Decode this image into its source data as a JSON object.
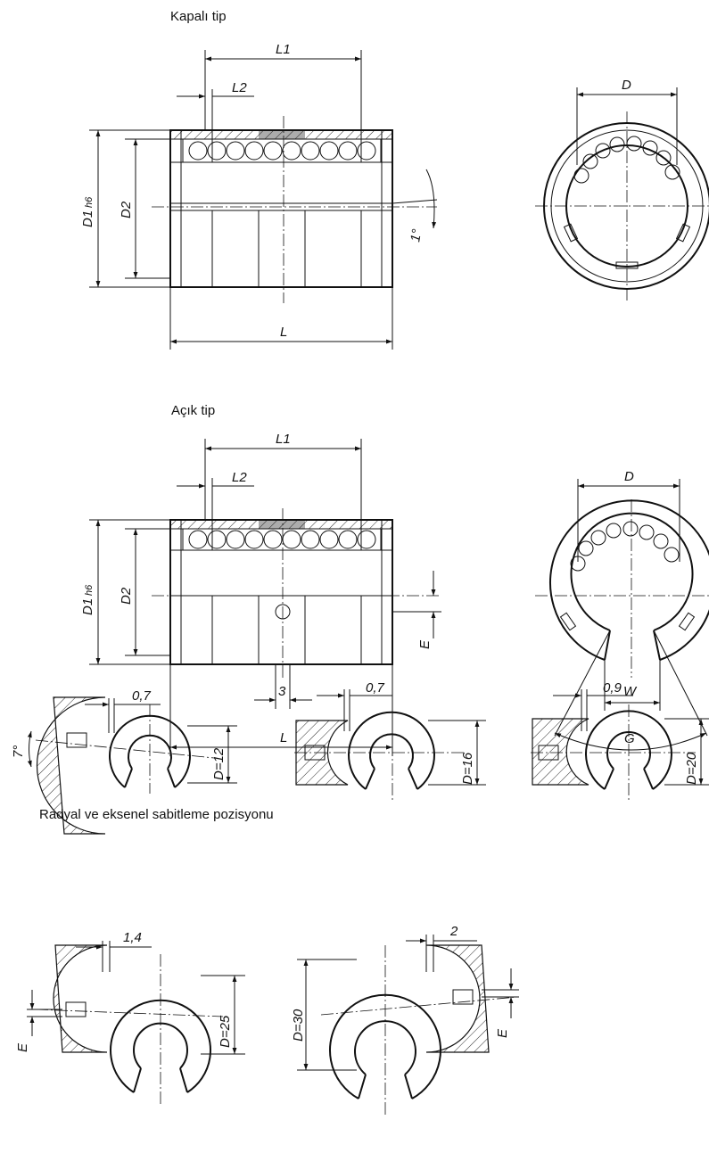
{
  "headings": {
    "closed_type": "Kapalı tip",
    "open_type": "Açık tip",
    "fixing": "Radyal ve eksenel sabitleme pozisyonu"
  },
  "closed": {
    "L1": "L1",
    "L2": "L2",
    "D1": "D1",
    "D1_sub": "h6",
    "D2": "D2",
    "L": "L",
    "angle": "1°",
    "D": "D"
  },
  "open": {
    "L1": "L1",
    "L2": "L2",
    "D1": "D1",
    "D1_sub": "h6",
    "D2": "D2",
    "L": "L",
    "E": "E",
    "three": "3",
    "D": "D",
    "W": "W",
    "G": "G"
  },
  "fixing": {
    "d12": {
      "offset": "0,7",
      "angle": "7°",
      "dim": "D=12"
    },
    "d16": {
      "offset": "0,7",
      "dim": "D=16"
    },
    "d20": {
      "offset": "0,9",
      "dim": "D=20"
    },
    "d25": {
      "offset": "1,4",
      "dim": "D=25",
      "E": "E"
    },
    "d30": {
      "offset": "2",
      "dim": "D=30",
      "E": "E"
    }
  },
  "colors": {
    "line": "#111111",
    "background": "#ffffff"
  }
}
